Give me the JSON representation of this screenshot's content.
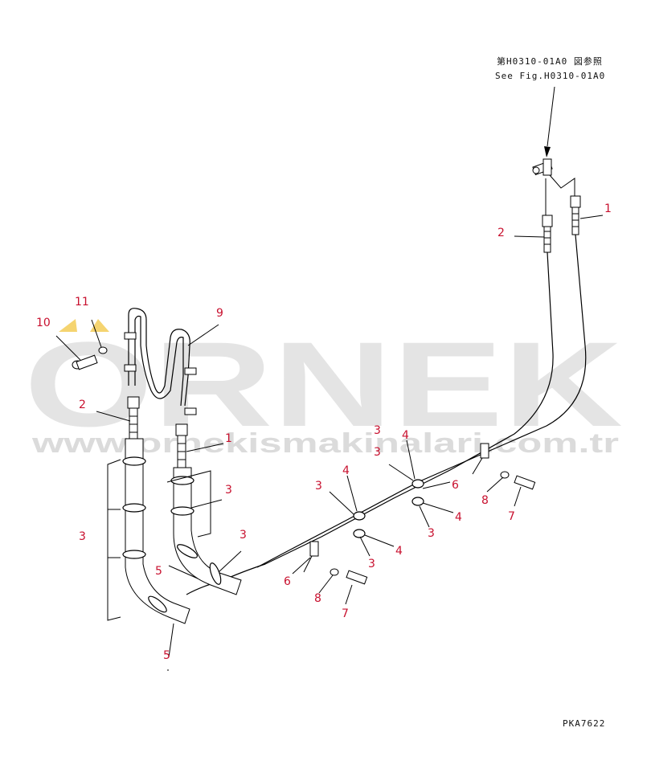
{
  "reference": {
    "line_jp": "第H0310-01A0 図参照",
    "line_en": "See Fig.H0310-01A0"
  },
  "watermark": {
    "brand": "ORNEK",
    "url": "www.ornekismakinalari.com.tr"
  },
  "drawing_code": "PKA7622",
  "callouts": {
    "c1a": "1",
    "c1b": "1",
    "c2a": "2",
    "c2b": "2",
    "c3a": "3",
    "c3b": "3",
    "c3c": "3",
    "c3d": "3",
    "c3e": "3",
    "c3f": "3",
    "c3g": "3",
    "c3h": "3",
    "c4a": "4",
    "c4b": "4",
    "c4c": "4",
    "c4d": "4",
    "c5a": "5",
    "c5b": "5",
    "c6a": "6",
    "c6b": "6",
    "c7a": "7",
    "c7b": "7",
    "c8a": "8",
    "c8b": "8",
    "c9": "9",
    "c10": "10",
    "c11": "11"
  },
  "colors": {
    "callout": "#c8102e",
    "line": "#000000",
    "watermark": "#cfcfcf",
    "watermark_accent": "#f2c94c"
  }
}
